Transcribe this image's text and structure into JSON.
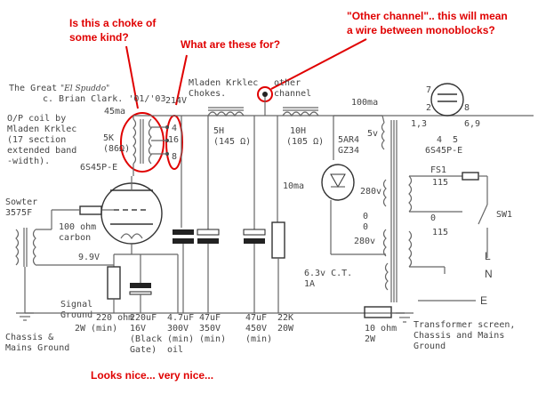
{
  "annotations": {
    "choke_question_1": "Is this a choke of",
    "choke_question_2": "some kind?",
    "what_for": "What are these for?",
    "other_channel_1": "\"Other channel\".. this will mean",
    "other_channel_2": "a wire between monoblocks?",
    "looks_nice": "Looks nice... very nice..."
  },
  "title": {
    "line1_pre": "The Great",
    "line1_name": "\"El Spuddo\"",
    "line2": "c. Brian Clark. '01/'03"
  },
  "op_coil": [
    "O/P coil by",
    "Mladen Krklec",
    "(17 section",
    "extended band",
    "-width)."
  ],
  "chokes_note": [
    "Mladen Krklec",
    "Chokes."
  ],
  "other_channel_note": [
    "other",
    "channel"
  ],
  "output_tx": {
    "current": "45ma",
    "primary": [
      "5K",
      "(86Ω)"
    ],
    "taps": [
      "4",
      "16",
      "8"
    ],
    "tube": "6S45P-E",
    "b_plus": "214V"
  },
  "input": {
    "transformer": [
      "Sowter",
      "3575F"
    ],
    "resistor": [
      "100 ohm",
      "carbon"
    ],
    "bias": "9.9V",
    "signal_ground": [
      "Signal",
      "Ground"
    ],
    "chassis_ground": [
      "Chassis &",
      "Mains Ground"
    ]
  },
  "supply": {
    "choke1": [
      "5H",
      "(145 Ω)"
    ],
    "choke2": [
      "10H",
      "(105 Ω)"
    ],
    "current_top": "100ma",
    "current_bleed": "10ma",
    "rectifier": [
      "5AR4",
      "GZ34"
    ],
    "heater_5v": "5v",
    "sec_hv_1": "280v",
    "sec_hv_2": "280v",
    "zero_1": "0",
    "zero_2": "0",
    "heater_63": [
      "6.3v C.T.",
      "1A"
    ],
    "tube_label": "6S45P-E",
    "pins_left": [
      "7",
      "2",
      "1,3"
    ],
    "pins_right": [
      "8",
      "6,9"
    ],
    "pins_bottom": [
      "4",
      "5"
    ],
    "fuse": "FS1",
    "switch": "SW1",
    "tap_115_a": "115",
    "tap_0": "0",
    "tap_115_b": "115",
    "mains_l": "L",
    "mains_n": "N",
    "mains_e": "E"
  },
  "components": {
    "r_cathode": [
      "220 ohm",
      "2W (min)"
    ],
    "c_cathode": [
      "220uF",
      "16V",
      "(Black",
      "Gate)"
    ],
    "c1": [
      "4.7uF",
      "300V",
      "(min)",
      "oil"
    ],
    "c2": [
      "47uF",
      "350V",
      "(min)"
    ],
    "c3": [
      "47uF",
      "450V",
      "(min)"
    ],
    "r_bleed": [
      "22K",
      "20W"
    ],
    "r_ground": [
      "10 ohm",
      "2W"
    ],
    "screen_note": [
      "Transformer screen,",
      "Chassis and Mains",
      "Ground"
    ]
  }
}
